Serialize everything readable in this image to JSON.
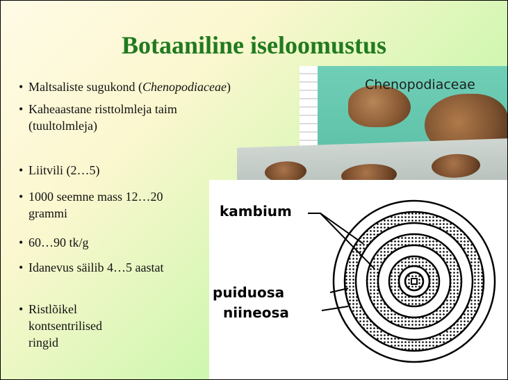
{
  "slide": {
    "title": "Botaaniline iseloomustus",
    "bullets": [
      {
        "pre": "Maltsaliste sugukond (",
        "italic": "Chenopodiaceae",
        "post": ")"
      },
      {
        "text": "Kaheaastane risttolmleja taim (tuultolmleja)"
      },
      {
        "text": "Liitvili (2…5)"
      },
      {
        "text": "1000 seemne mass 12…20 grammi"
      },
      {
        "text": "60…90 tk/g"
      },
      {
        "text": "Idanevus säilib 4…5 aastat"
      },
      {
        "text": "Ristlõikel kontsentrilised ringid"
      }
    ],
    "bullet_symbol": "•"
  },
  "photo": {
    "label": "Chenopodiaceae"
  },
  "diagram": {
    "labels": {
      "kambium": "kambium",
      "puiduosa": "puiduosa",
      "niineosa": "niineosa"
    }
  },
  "colors": {
    "title": "#217a1f",
    "background_start": "#fffbe6",
    "background_end": "#8ef08a"
  }
}
